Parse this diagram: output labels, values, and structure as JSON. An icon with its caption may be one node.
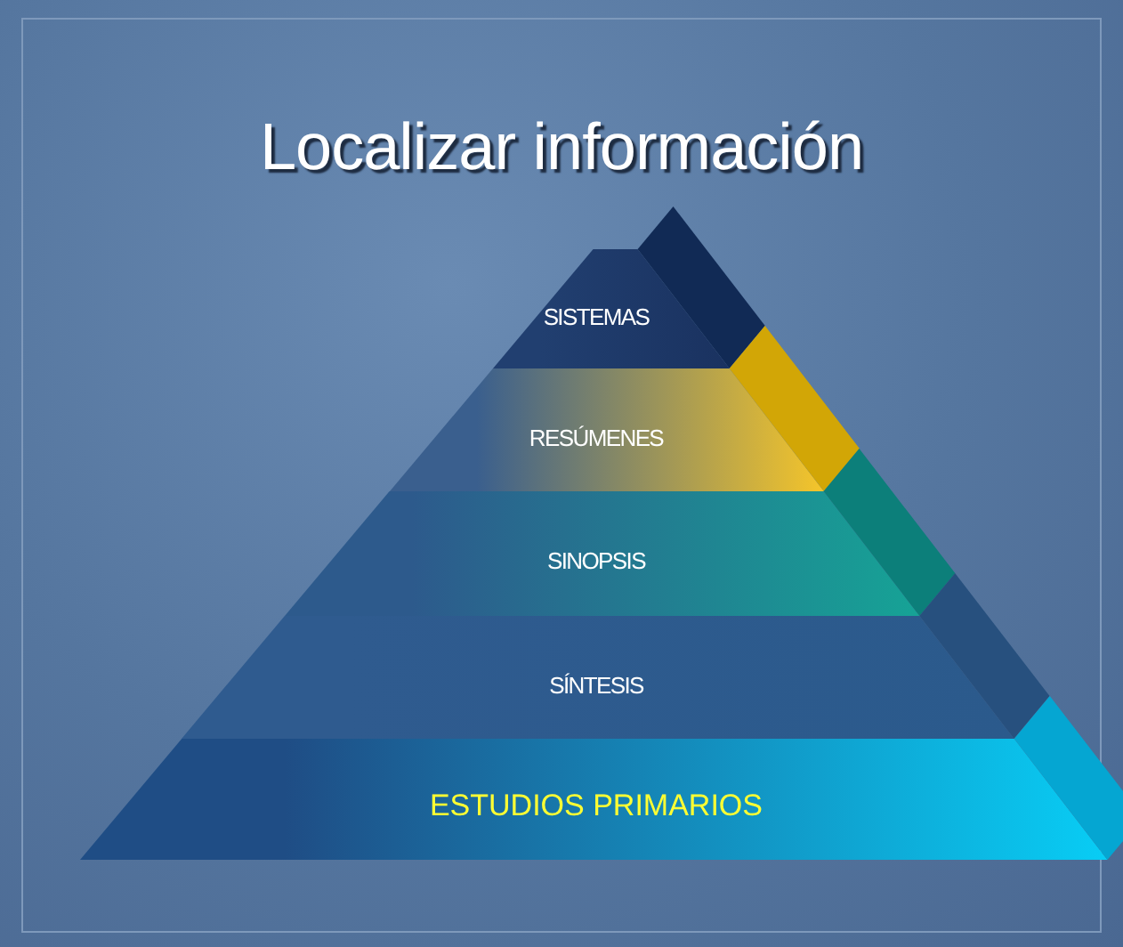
{
  "diagram": {
    "title": "Localizar información",
    "nodes": [
      {
        "text": [
          "SISTEMAS"
        ]
      },
      {
        "text": [
          "RESÚMENES"
        ]
      },
      {
        "text": [
          "SINOPSIS"
        ]
      },
      {
        "text": [
          "SÍNTESIS"
        ]
      },
      {
        "text": [
          "ESTUDIOS PRIMARIOS"
        ]
      }
    ]
  }
}
